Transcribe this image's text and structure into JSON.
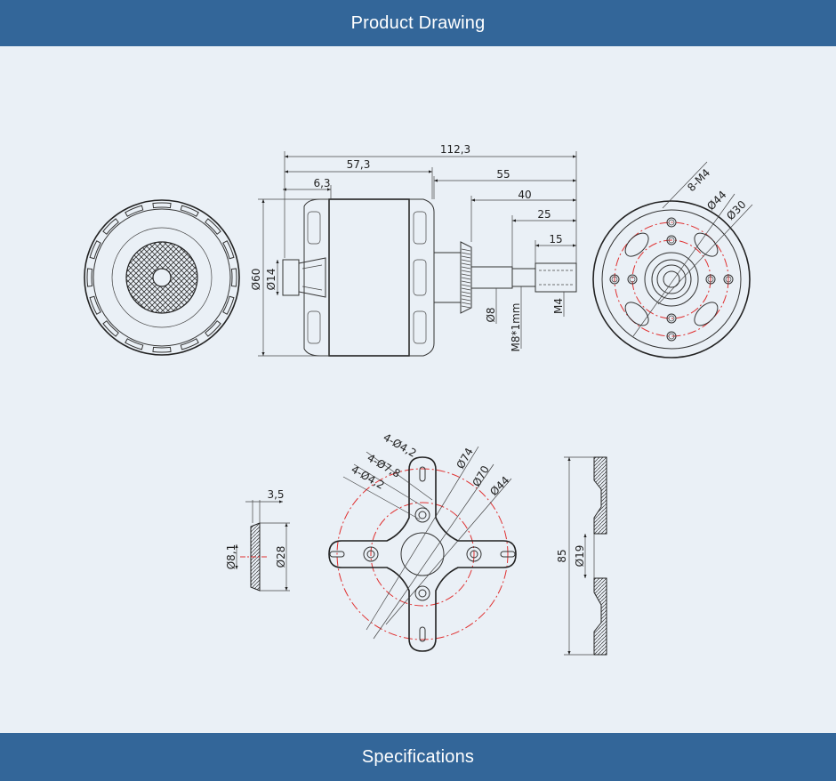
{
  "header": {
    "title": "Product Drawing"
  },
  "footer": {
    "title": "Specifications"
  },
  "drawing": {
    "colors": {
      "banner": "#336699",
      "background": "#eaf0f6",
      "line": "#333333",
      "center_line": "#e03030"
    },
    "side_view": {
      "overall_length": "112,3",
      "body_length": "57,3",
      "length_55": "55",
      "length_40": "40",
      "length_25": "25",
      "length_15": "15",
      "flange_6_3": "6,3",
      "dia_60": "Ø60",
      "dia_14": "Ø14",
      "dia_8": "Ø8",
      "thread_m8": "M8*1mm",
      "thread_m4": "M4"
    },
    "front_view": {
      "holes": "8-M4",
      "dia_44": "Ø44",
      "dia_30": "Ø30"
    },
    "mount_view": {
      "holes_4_2_a": "4-Ø4,2",
      "holes_7_8": "4-Ø7,8",
      "holes_4_2_b": "4-Ø4,2",
      "dia_74": "Ø74",
      "dia_70": "Ø70",
      "dia_44": "Ø44"
    },
    "mount_side": {
      "height_85": "85",
      "dia_19": "Ø19"
    },
    "prop_adapter": {
      "thickness": "3,5",
      "dia_8_1": "Ø8,1",
      "dia_28": "Ø28"
    }
  }
}
